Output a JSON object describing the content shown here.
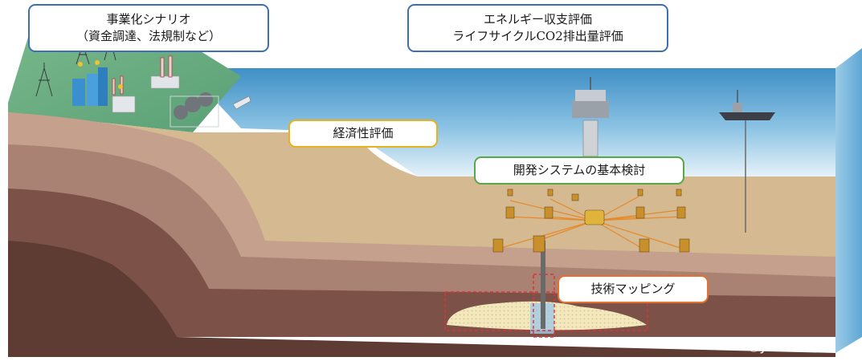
{
  "callouts": {
    "business_line1": "事業化シナリオ",
    "business_line2": "（資金調達、法規制など）",
    "energy_line1": "エネルギー収支評価",
    "energy_line2": "ライフサイクルCO2排出量評価",
    "economic": "経済性評価",
    "development": "開発システムの基本検討",
    "mapping": "技術マッピング"
  },
  "copyright": "ⒸJMH",
  "colors": {
    "callout_blue": "#3d6fb6",
    "callout_yellow": "#e9b21b",
    "callout_green": "#58a84a",
    "callout_orange": "#e4712f",
    "sea": "#5fa9d6",
    "land": "#6cae84",
    "sediment_light": "#d5b991",
    "sediment_mid": "#b88f7b",
    "sediment_dark": "#5e3b33",
    "hydrate_deposit": "#f1e6b8",
    "mapping_marker": "#e0303a"
  }
}
